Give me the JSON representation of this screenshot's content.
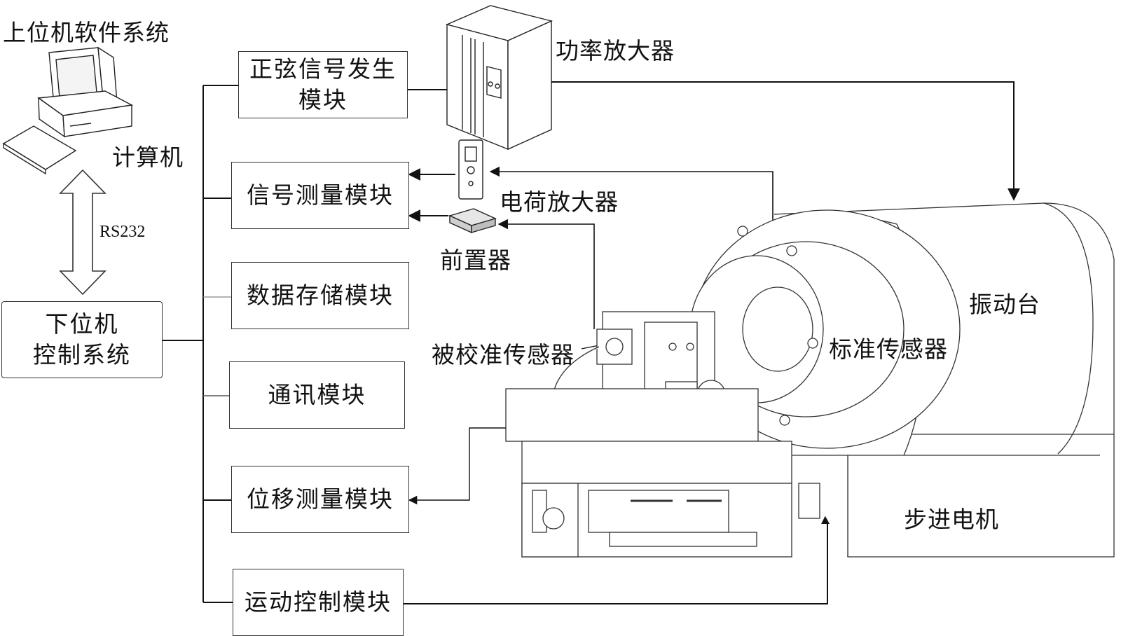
{
  "pc": {
    "title": "上位机软件系统",
    "computer": "计算机",
    "link": "RS232"
  },
  "controller": {
    "label": "下位机\n控制系统"
  },
  "modules": [
    {
      "label": "正弦信号发生\n模块"
    },
    {
      "label": "信号测量模块"
    },
    {
      "label": "数据存储模块"
    },
    {
      "label": "通讯模块"
    },
    {
      "label": "位移测量模块"
    },
    {
      "label": "运动控制模块"
    }
  ],
  "devices": {
    "power_amp": "功率放大器",
    "charge_amp": "电荷放大器",
    "preamp": "前置器",
    "dut_sensor": "被校准传感器",
    "ref_sensor": "标准传感器",
    "shaker": "振动台",
    "stepper": "步进电机"
  }
}
